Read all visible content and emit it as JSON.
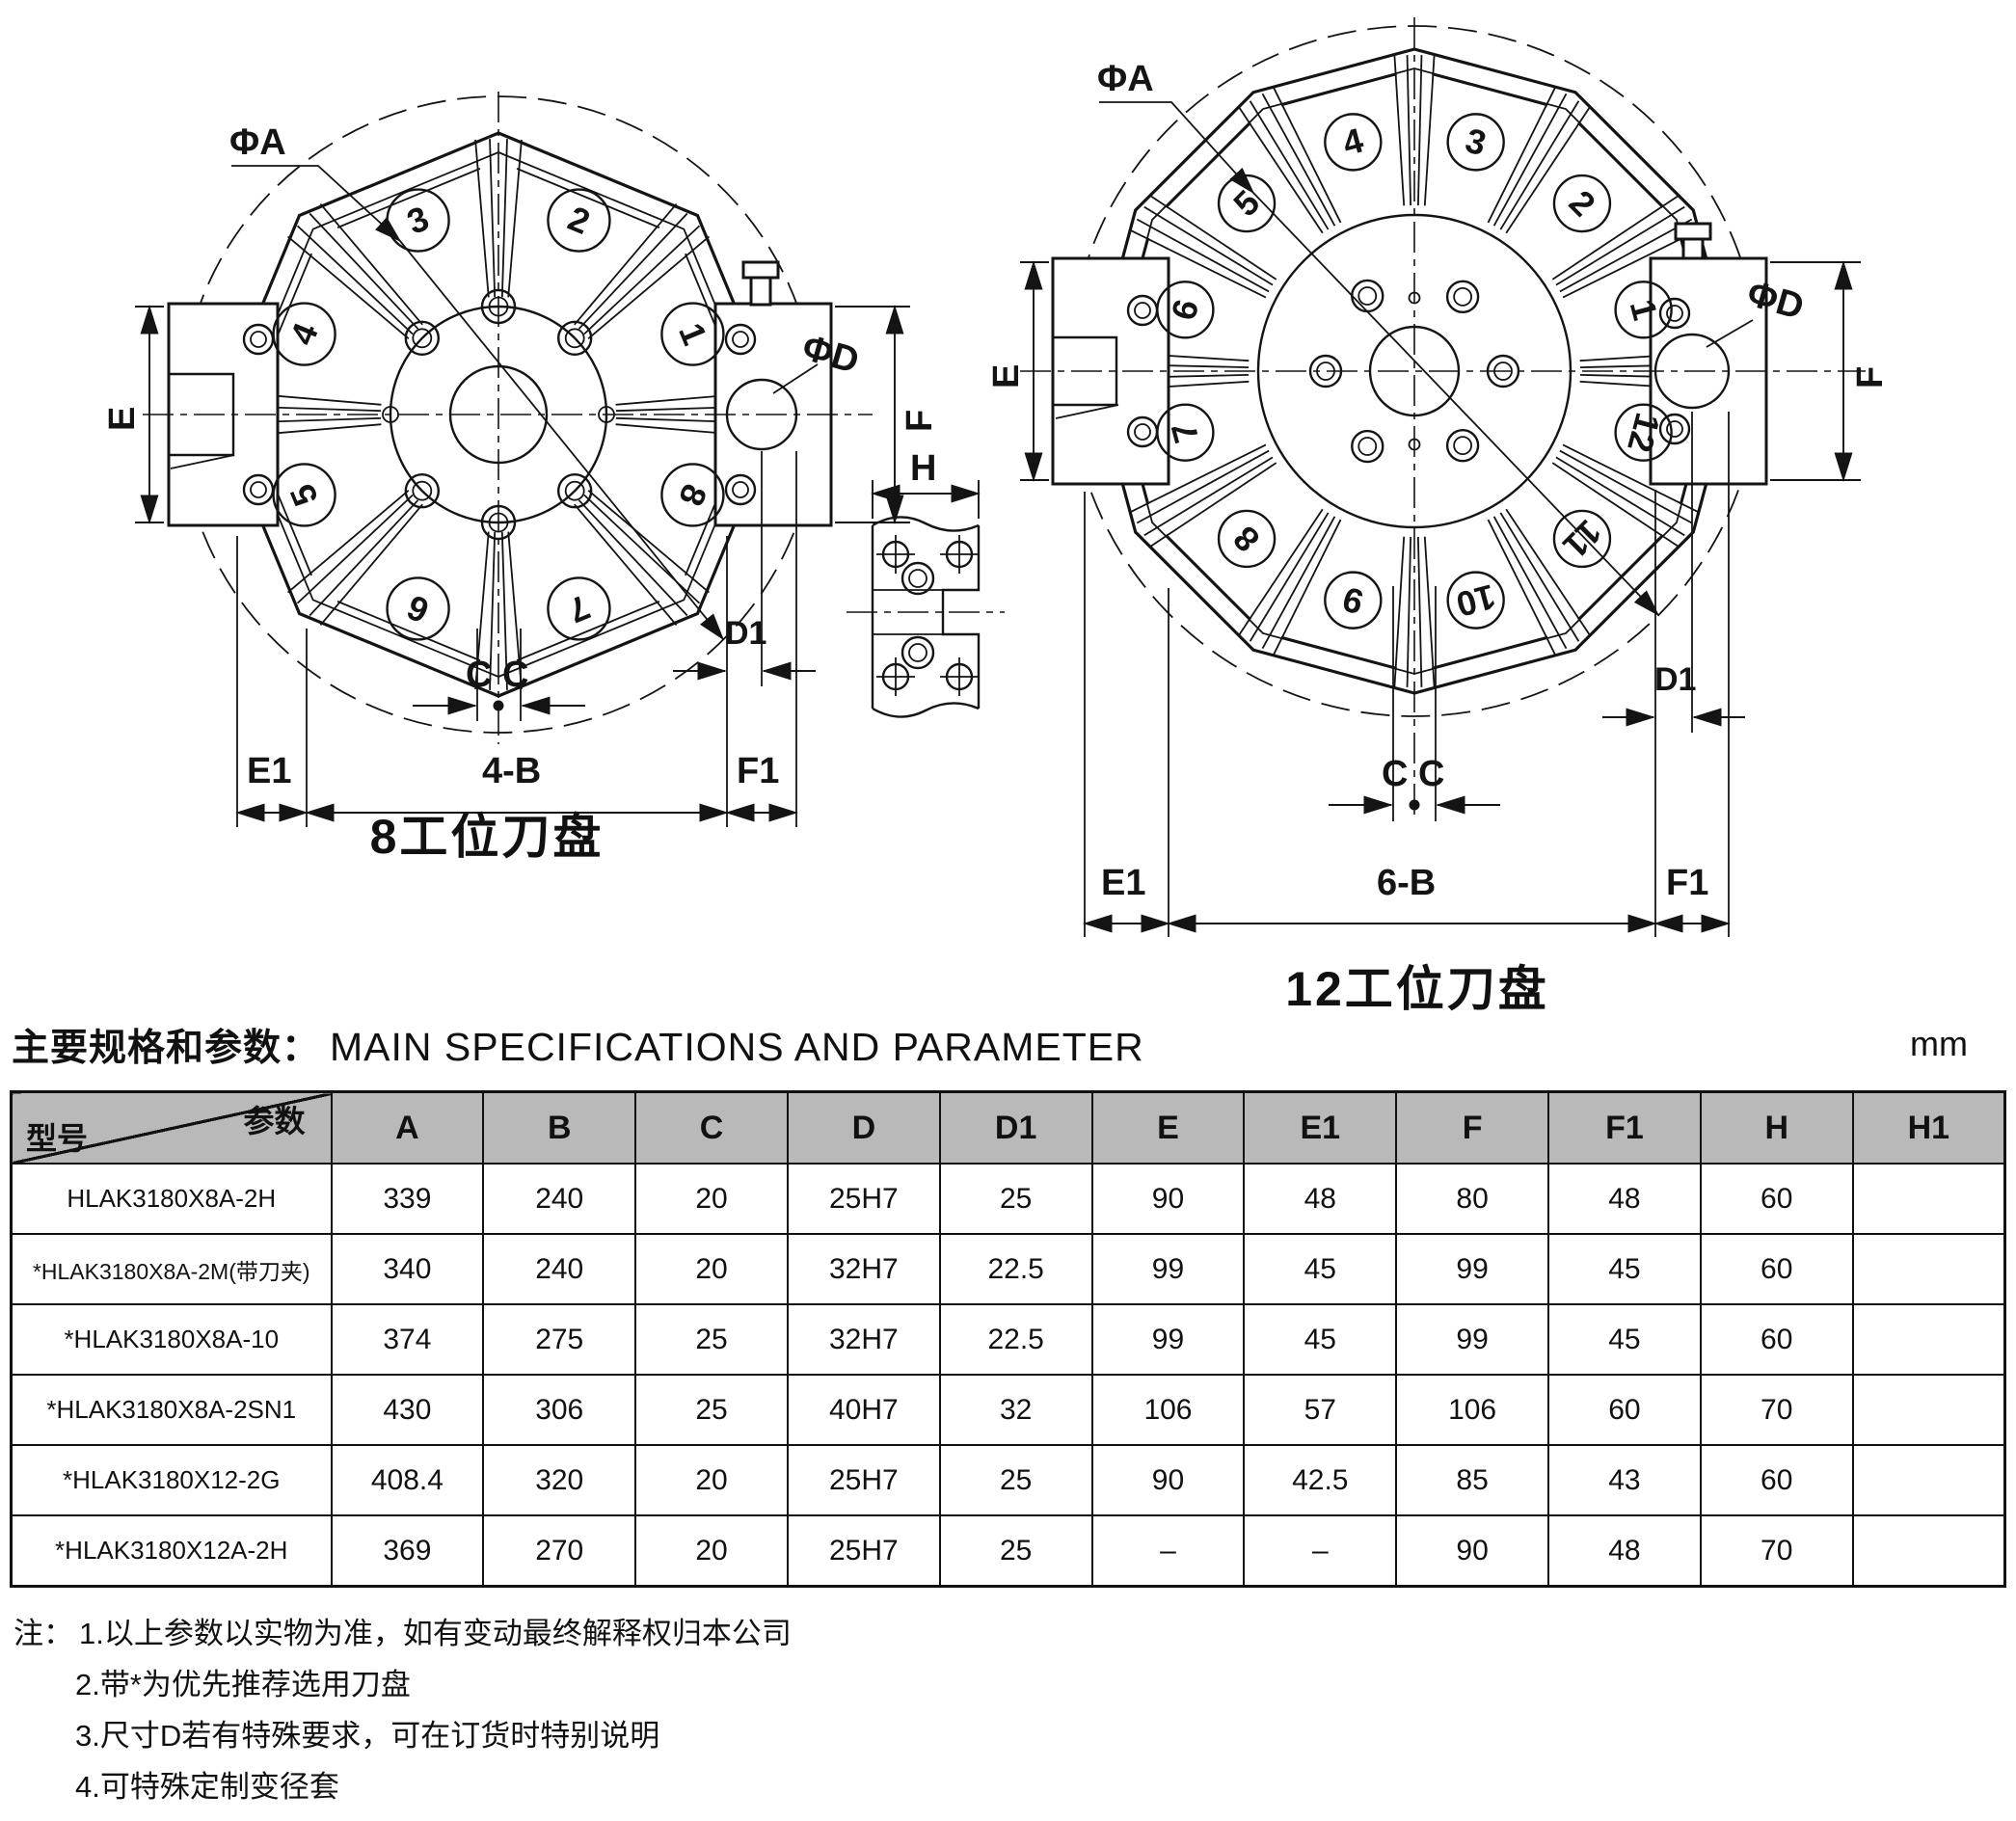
{
  "colors": {
    "line": "#141414",
    "table_header_bg": "#b9b9b9",
    "background": "#ffffff"
  },
  "heading": {
    "zh": "主要规格和参数：",
    "en": "MAIN SPECIFICATIONS AND PARAMETER",
    "unit": "mm"
  },
  "drawings": {
    "left": {
      "caption": "8工位刀盘",
      "stations": [
        "1",
        "2",
        "3",
        "4",
        "5",
        "6",
        "7",
        "8"
      ],
      "labels": {
        "phiA": "ΦA",
        "phiD": "ΦD",
        "E": "E",
        "F": "F",
        "C": "C",
        "D1": "D1",
        "E1": "E1",
        "B": "4-B",
        "F1": "F1"
      }
    },
    "side": {
      "label_H": "H"
    },
    "right": {
      "caption": "12工位刀盘",
      "stations": [
        "1",
        "2",
        "3",
        "4",
        "5",
        "6",
        "7",
        "8",
        "9",
        "10",
        "11",
        "12"
      ],
      "labels": {
        "phiA": "ΦA",
        "phiD": "ΦD",
        "E": "E",
        "F": "F",
        "C": "C",
        "D1": "D1",
        "E1": "E1",
        "B": "6-B",
        "F1": "F1"
      }
    }
  },
  "table": {
    "model_label": "型号",
    "param_label": "参数",
    "columns": [
      "A",
      "B",
      "C",
      "D",
      "D1",
      "E",
      "E1",
      "F",
      "F1",
      "H",
      "H1"
    ],
    "rows": [
      {
        "model": "HLAK3180X8A-2H",
        "values": [
          "339",
          "240",
          "20",
          "25H7",
          "25",
          "90",
          "48",
          "80",
          "48",
          "60",
          ""
        ]
      },
      {
        "model": "*HLAK3180X8A-2M(带刀夹)",
        "values": [
          "340",
          "240",
          "20",
          "32H7",
          "22.5",
          "99",
          "45",
          "99",
          "45",
          "60",
          ""
        ]
      },
      {
        "model": "*HLAK3180X8A-10",
        "values": [
          "374",
          "275",
          "25",
          "32H7",
          "22.5",
          "99",
          "45",
          "99",
          "45",
          "60",
          ""
        ]
      },
      {
        "model": "*HLAK3180X8A-2SN1",
        "values": [
          "430",
          "306",
          "25",
          "40H7",
          "32",
          "106",
          "57",
          "106",
          "60",
          "70",
          ""
        ]
      },
      {
        "model": "*HLAK3180X12-2G",
        "values": [
          "408.4",
          "320",
          "20",
          "25H7",
          "25",
          "90",
          "42.5",
          "85",
          "43",
          "60",
          ""
        ]
      },
      {
        "model": "*HLAK3180X12A-2H",
        "values": [
          "369",
          "270",
          "20",
          "25H7",
          "25",
          "–",
          "–",
          "90",
          "48",
          "70",
          ""
        ]
      }
    ]
  },
  "notes": {
    "prefix": "注：",
    "items": [
      "1.以上参数以实物为准，如有变动最终解释权归本公司",
      "2.带*为优先推荐选用刀盘",
      "3.尺寸D若有特殊要求，可在订货时特别说明",
      "4.可特殊定制变径套"
    ]
  }
}
